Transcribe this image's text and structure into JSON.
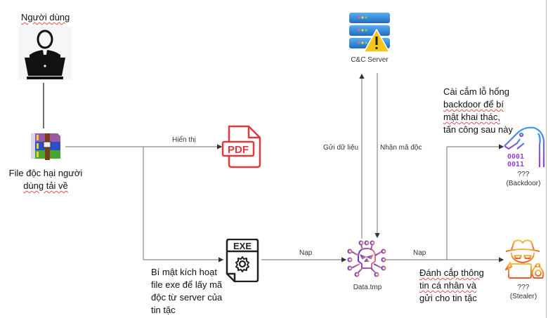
{
  "nodes": {
    "user": {
      "label": "Người dùng",
      "icon": "user-laptop-icon"
    },
    "malicious_file": {
      "label_lines": [
        "File độc hại người",
        "dùng tải về"
      ],
      "icon": "winrar-archive-icon"
    },
    "pdf": {
      "icon": "pdf-file-icon",
      "icon_text": "PDF"
    },
    "exe": {
      "icon": "exe-file-gear-icon",
      "icon_text": "EXE"
    },
    "cc_server": {
      "label": "C&C Server",
      "icon": "server-warning-icon"
    },
    "data_tmp": {
      "label": "Data.tmp",
      "icon": "virus-skull-icon"
    },
    "backdoor": {
      "label_lines": [
        "???",
        "(Backdoor)"
      ],
      "icon": "trojan-horse-binary-icon"
    },
    "stealer": {
      "label_lines": [
        "???",
        "(Stealer)"
      ],
      "icon": "hacker-stealer-icon"
    }
  },
  "edges": {
    "show": "Hiển thị",
    "load_exe": "Nạp",
    "load_data": "Nạp",
    "send_data": "Gửi dữ liệu",
    "receive_malware": "Nhận mã độc"
  },
  "annotations": {
    "exe_note": [
      "Bí mật kích hoạt",
      "file exe để lấy mã",
      "độc từ server của",
      "tin tặc"
    ],
    "backdoor_note": [
      "Cài cắm lỗ hổng",
      "backdoor để bí",
      "mật khai thác,",
      "tấn công sau này"
    ],
    "stealer_note": [
      "Đánh cắp thông",
      "tin cá nhân và",
      "gửi cho tin tặc"
    ]
  },
  "colors": {
    "line": "#8a8a8a",
    "pdf_red": "#e0393e",
    "server_blue": "#2f7fd0",
    "warning_yellow": "#f5c518",
    "virus_purple": "#7a3fc4",
    "virus_pink": "#d9667a",
    "backdoor_blue": "#3a8ee6",
    "backdoor_purple": "#9a3fe0",
    "stealer_orange": "#f08a2a",
    "stealer_yellow": "#f3b233"
  }
}
